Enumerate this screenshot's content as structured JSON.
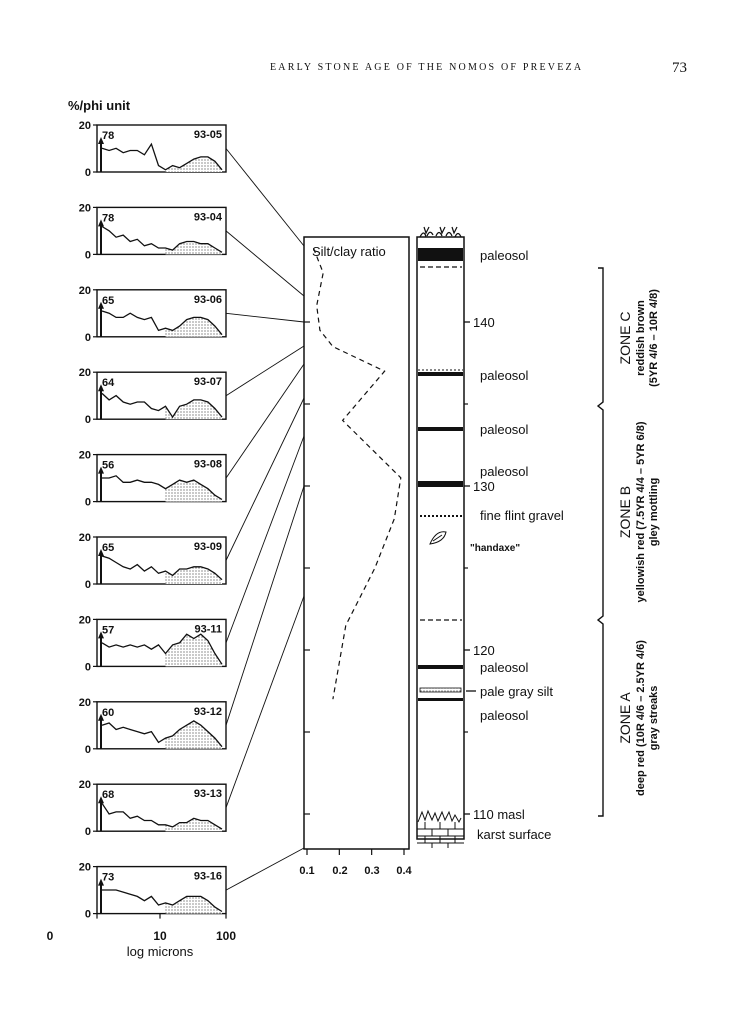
{
  "header": {
    "running_head": "EARLY STONE AGE OF THE NOMOS OF PREVEZA",
    "page_number": "73"
  },
  "figure": {
    "histograms": {
      "y_axis_label": "%/phi unit",
      "y_ticks": [
        "20",
        "0"
      ],
      "x_ticks": [
        "0",
        "10",
        "100"
      ],
      "x_axis_label": "log microns",
      "panels": [
        {
          "id": "93-05",
          "value": "78"
        },
        {
          "id": "93-04",
          "value": "78"
        },
        {
          "id": "93-06",
          "value": "65"
        },
        {
          "id": "93-07",
          "value": "64"
        },
        {
          "id": "93-08",
          "value": "56"
        },
        {
          "id": "93-09",
          "value": "65"
        },
        {
          "id": "93-11",
          "value": "57"
        },
        {
          "id": "93-12",
          "value": "60"
        },
        {
          "id": "93-13",
          "value": "68"
        },
        {
          "id": "93-16",
          "value": "73"
        }
      ]
    },
    "ratio_panel": {
      "title": "Silt/clay ratio",
      "x_ticks": [
        "0.1",
        "0.2",
        "0.3",
        "0.4"
      ]
    },
    "section": {
      "elevations": [
        "140",
        "130",
        "120",
        "110 masl"
      ],
      "labels": [
        "paleosol",
        "paleosol",
        "paleosol",
        "paleosol",
        "fine flint gravel",
        "\"handaxe\"",
        "paleosol",
        "pale gray silt",
        "paleosol",
        "karst surface"
      ]
    },
    "zones": [
      {
        "name": "ZONE C",
        "lines": [
          "reddish brown",
          "(5YR 4/6 – 10R 4/8)"
        ]
      },
      {
        "name": "ZONE B",
        "lines": [
          "yellowish red (7.5YR 4/4 – 5YR 6/8)",
          "gley mottling"
        ]
      },
      {
        "name": "ZONE A",
        "lines": [
          "deep red (10R 4/6 – 2.5YR 4/6)",
          "gray streaks"
        ]
      }
    ]
  },
  "chart_data": [
    {
      "type": "area",
      "y_axis_label": "%/phi unit",
      "x_axis_label": "log microns",
      "x_ticks": [
        0,
        10,
        100
      ],
      "ylim": [
        0,
        20
      ],
      "series": [
        {
          "name": "93-05",
          "values": [
            11,
            10,
            11,
            9,
            10,
            10,
            8,
            13,
            3,
            1,
            3,
            2,
            4,
            6,
            7,
            7,
            5,
            1
          ]
        },
        {
          "name": "93-04",
          "values": [
            13,
            11,
            8,
            9,
            6,
            7,
            4,
            5,
            3,
            3,
            2,
            5,
            6,
            6,
            5,
            5,
            3,
            1
          ]
        },
        {
          "name": "93-06",
          "values": [
            12,
            11,
            9,
            9,
            11,
            9,
            8,
            9,
            3,
            4,
            3,
            5,
            8,
            9,
            9,
            8,
            5,
            1
          ]
        },
        {
          "name": "93-07",
          "values": [
            12,
            9,
            11,
            8,
            7,
            8,
            8,
            5,
            4,
            6,
            1,
            6,
            7,
            9,
            9,
            8,
            5,
            1
          ]
        },
        {
          "name": "93-08",
          "values": [
            11,
            11,
            12,
            9,
            9,
            10,
            9,
            9,
            8,
            6,
            8,
            10,
            9,
            10,
            8,
            6,
            3,
            1
          ]
        },
        {
          "name": "93-09",
          "values": [
            13,
            12,
            10,
            8,
            7,
            9,
            6,
            8,
            5,
            6,
            4,
            7,
            7,
            8,
            8,
            7,
            5,
            2
          ]
        },
        {
          "name": "93-11",
          "values": [
            11,
            9,
            10,
            9,
            10,
            9,
            10,
            8,
            10,
            6,
            10,
            11,
            15,
            13,
            15,
            12,
            6,
            1
          ]
        },
        {
          "name": "93-12",
          "values": [
            11,
            12,
            9,
            10,
            9,
            8,
            7,
            8,
            3,
            5,
            6,
            9,
            11,
            13,
            11,
            8,
            5,
            1
          ]
        },
        {
          "name": "93-13",
          "values": [
            13,
            8,
            9,
            9,
            6,
            7,
            5,
            5,
            3,
            3,
            2,
            4,
            4,
            6,
            5,
            5,
            3,
            1
          ]
        },
        {
          "name": "93-16",
          "values": [
            11,
            11,
            11,
            10,
            9,
            8,
            6,
            8,
            4,
            5,
            4,
            6,
            8,
            8,
            8,
            6,
            3,
            1
          ]
        }
      ]
    },
    {
      "type": "line",
      "title": "Silt/clay ratio",
      "xlim": [
        0.1,
        0.4
      ],
      "x_ticks": [
        0.1,
        0.2,
        0.3,
        0.4
      ],
      "ylim": [
        108,
        145
      ],
      "values": [
        {
          "elevation": 144.5,
          "ratio": 0.12
        },
        {
          "elevation": 143.0,
          "ratio": 0.15
        },
        {
          "elevation": 141.0,
          "ratio": 0.13
        },
        {
          "elevation": 139.5,
          "ratio": 0.14
        },
        {
          "elevation": 138.5,
          "ratio": 0.18
        },
        {
          "elevation": 137.0,
          "ratio": 0.34
        },
        {
          "elevation": 134.0,
          "ratio": 0.21
        },
        {
          "elevation": 130.5,
          "ratio": 0.39
        },
        {
          "elevation": 128.0,
          "ratio": 0.37
        },
        {
          "elevation": 125.0,
          "ratio": 0.31
        },
        {
          "elevation": 121.5,
          "ratio": 0.22
        },
        {
          "elevation": 117.0,
          "ratio": 0.18
        }
      ]
    }
  ]
}
